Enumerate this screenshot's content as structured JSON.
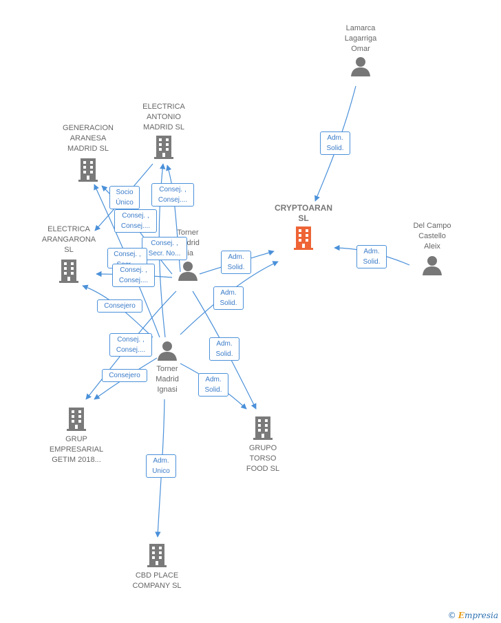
{
  "colors": {
    "edge": "#4a90d9",
    "building": "#7a7a7a",
    "building_main": "#ee6436",
    "person": "#777777"
  },
  "nodes": {
    "lamarca": {
      "label": "Lamarca\nLagarriga\nOmar",
      "icon": "person-icon"
    },
    "cryptoaran": {
      "label": "CRYPTOARAN\nSL",
      "icon": "building-icon"
    },
    "delcampo": {
      "label": "Del Campo\nCastello\nAleix",
      "icon": "person-icon"
    },
    "electrica_antonio": {
      "label": "ELECTRICA\nANTONIO\nMADRID SL",
      "icon": "building-icon"
    },
    "generacion": {
      "label": "GENERACION\nARANESA\nMADRID SL",
      "icon": "building-icon"
    },
    "electrica_arangarona": {
      "label": "ELECTRICA\nARANGARONA\nSL",
      "icon": "building-icon"
    },
    "torner_p2": {
      "label": "Torner\nMadrid\nPia",
      "icon": "person-icon"
    },
    "torner_ignasi": {
      "label": "Torner\nMadrid\nIgnasi",
      "icon": "person-icon"
    },
    "grup_empresarial": {
      "label": "GRUP\nEMPRESARIAL\nGETIM 2018...",
      "icon": "building-icon"
    },
    "grupo_torso": {
      "label": "GRUPO\nTORSO\nFOOD SL",
      "icon": "building-icon"
    },
    "cbd_place": {
      "label": "CBD PLACE\nCOMPANY SL",
      "icon": "building-icon"
    }
  },
  "edge_labels": {
    "lamarca_adm": "Adm.\nSolid.",
    "delcampo_adm": "Adm.\nSolid.",
    "socio_unico": "Socio\nÚnico",
    "consej_1": "Consej. ,\nConsej....",
    "consej_2": "Consej. ,\nConsej....",
    "consej_secr": "Consej. ,\nSecr. No...",
    "consej_3": "Consej. ,\nSecr....",
    "consej_4": "Consej. ,\nConsej....",
    "consejero_1": "Consejero",
    "p2_adm_crypto": "Adm.\nSolid.",
    "ignasi_adm_crypto": "Adm.\nSolid.",
    "consej_5": "Consej. ,\nConsej....",
    "consejero_2": "Consejero",
    "p2_adm_torso": "Adm.\nSolid.",
    "ignasi_adm_torso": "Adm.\nSolid.",
    "adm_unico": "Adm.\nUnico"
  },
  "brand": {
    "copyright": "©",
    "name_first": "E",
    "name_rest": "mpresia"
  }
}
